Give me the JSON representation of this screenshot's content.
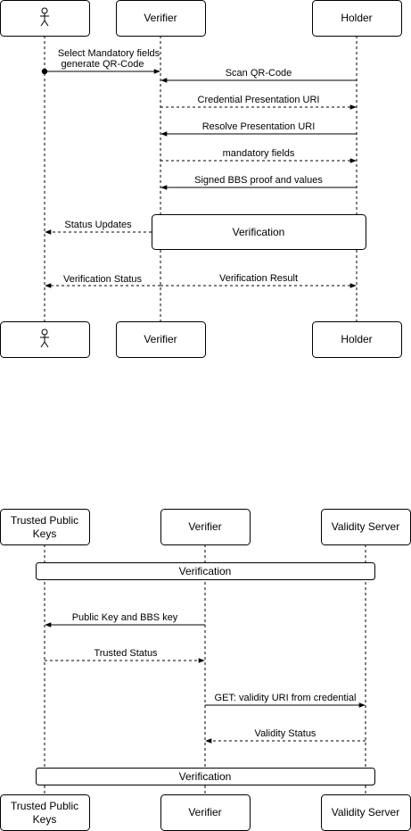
{
  "diagram1": {
    "participants": {
      "actor": "",
      "verifier": "Verifier",
      "holder": "Holder"
    },
    "messages": {
      "select_line1": "Select Mandatory fields",
      "select_line2": "generate QR-Code",
      "scan_qr": "Scan QR-Code",
      "credential_uri": "Credential Presentation URI",
      "resolve_uri": "Resolve Presentation URI",
      "mandatory_fields": "mandatory fields",
      "signed_proof": "Signed BBS proof and values",
      "status_updates": "Status Updates",
      "verification_status": "Verification Status",
      "verification_result": "Verification Result"
    },
    "verification_box": "Verification"
  },
  "diagram2": {
    "participants": {
      "trusted_line1": "Trusted Public",
      "trusted_line2": "Keys",
      "verifier": "Verifier",
      "validity": "Validity Server"
    },
    "messages": {
      "public_key": "Public Key and BBS key",
      "trusted_status": "Trusted Status",
      "get_validity": "GET: validity URI from credential",
      "validity_status": "Validity Status"
    },
    "verification_top": "Verification",
    "verification_bottom": "Verification"
  }
}
